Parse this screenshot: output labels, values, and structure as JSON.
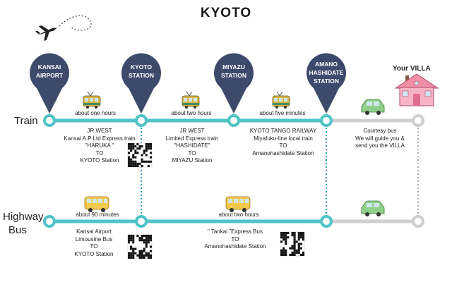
{
  "title": "KYOTO",
  "villa_label": "Your VILLA",
  "rows": {
    "train": "Train",
    "highway_1": "Highway",
    "highway_2": "Bus"
  },
  "pins": [
    {
      "label": "KANSAI\nAIRPORT"
    },
    {
      "label": "KYOTO\nSTATION"
    },
    {
      "label": "MIYAZU\nSTATION"
    },
    {
      "label": "AMANO\nHASHIDATE\nSTATION"
    }
  ],
  "train_durations": [
    "about one hours",
    "about two hours",
    "about five minutes"
  ],
  "train_segments": [
    {
      "lines": [
        "JR WEST",
        "Kansai A.P Ltd Express train",
        "\"HARUKA \"",
        "TO",
        "KYOTO Station"
      ]
    },
    {
      "lines": [
        "JR WEST",
        "Limited Express  train",
        "\"HASHIDATE\"",
        "TO",
        "MIYAZU Station"
      ]
    },
    {
      "lines": [
        "KYOTO TANGO RAILWAY",
        "Miyafuku-line local train",
        "TO",
        "Amanohashidate Station"
      ]
    },
    {
      "lines": [
        "Courtesy bus",
        "We will guide you &",
        "send you the VILLA"
      ]
    }
  ],
  "bus_durations": [
    "about 90 minutes",
    "about two hours"
  ],
  "bus_segments": [
    {
      "lines": [
        "Kansai Airport",
        "Limousine Bus",
        "TO",
        "KYOTO Station"
      ]
    },
    {
      "lines": [
        "\" Tankai \"Express Bus",
        "TO",
        "Amanohashidate Station"
      ]
    }
  ],
  "colors": {
    "teal": "#4fc3c7",
    "navy": "#3d4a6b",
    "gray": "#c8c8c8",
    "dotted": "#2a9fb0",
    "tram": "#d4b44a",
    "bus": "#f2c94c",
    "car": "#8fd08a",
    "house": "#f08fa8"
  },
  "icons": [
    "airplane-icon",
    "tram-icon",
    "bus-icon",
    "car-icon",
    "house-icon",
    "qr-code-icon"
  ]
}
